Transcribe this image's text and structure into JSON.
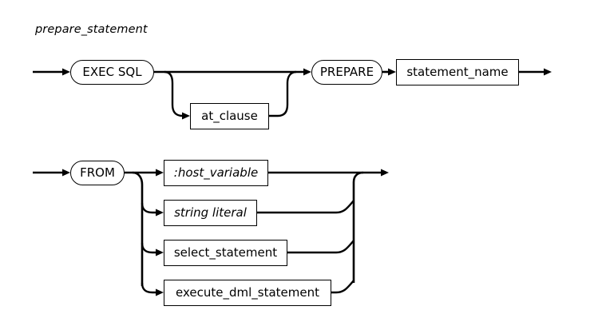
{
  "diagram": {
    "title": "prepare_statement",
    "type": "railroad-syntax-diagram",
    "colors": {
      "line": "#000000",
      "background": "#ffffff",
      "text": "#000000"
    },
    "rows": [
      {
        "id": "row-1",
        "nodes": [
          {
            "id": "exec-sql",
            "label": "EXEC SQL",
            "shape": "terminal",
            "italic": false,
            "optional": false
          },
          {
            "id": "at-clause",
            "label": "at_clause",
            "shape": "nonterminal",
            "italic": false,
            "optional": true
          },
          {
            "id": "prepare",
            "label": "PREPARE",
            "shape": "terminal",
            "italic": false,
            "optional": false
          },
          {
            "id": "statement-name",
            "label": "statement_name",
            "shape": "nonterminal",
            "italic": false,
            "optional": false
          }
        ]
      },
      {
        "id": "row-2",
        "nodes": [
          {
            "id": "from",
            "label": "FROM",
            "shape": "terminal",
            "italic": false,
            "optional": false
          },
          {
            "id": "host-variable",
            "label": ":host_variable",
            "shape": "nonterminal",
            "italic": true,
            "optional": false
          },
          {
            "id": "string-literal",
            "label": "string literal",
            "shape": "nonterminal",
            "italic": true,
            "optional": false
          },
          {
            "id": "select-statement",
            "label": "select_statement",
            "shape": "nonterminal",
            "italic": false,
            "optional": false
          },
          {
            "id": "execute-dml-statement",
            "label": "execute_dml_statement",
            "shape": "nonterminal",
            "italic": false,
            "optional": false
          }
        ]
      }
    ]
  }
}
